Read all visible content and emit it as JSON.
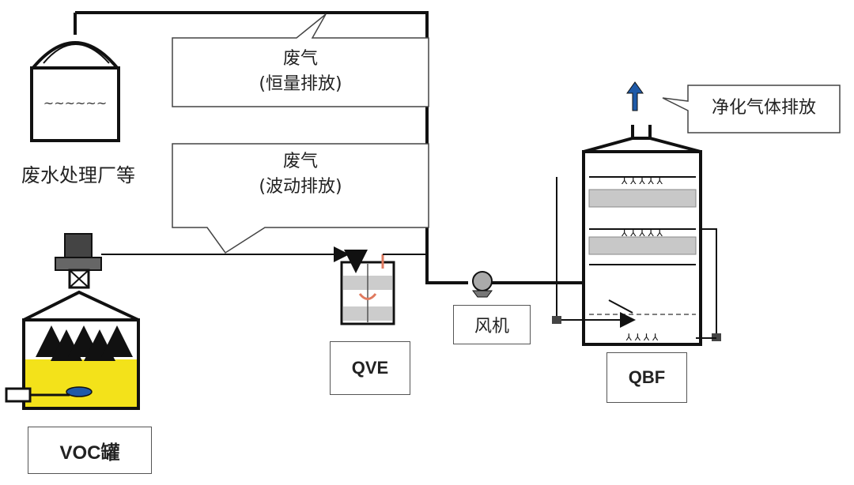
{
  "sources": {
    "wastewater_plant": "废水处理厂等",
    "voc_tank": "VOC罐"
  },
  "callouts": {
    "constant_gas_line1": "废气",
    "constant_gas_line2": "(恒量排放)",
    "fluctuating_gas_line1": "废气",
    "fluctuating_gas_line2": "(波动排放)",
    "clean_gas": "净化气体排放"
  },
  "equipment": {
    "qve": "QVE",
    "fan": "风机",
    "qbf": "QBF"
  },
  "colors": {
    "line": "#111111",
    "liquid": "#f3e21a",
    "packing": "#c8c8c8",
    "arrow_up": "#1f5aa8",
    "qve_arrows": "#e07a5f"
  }
}
